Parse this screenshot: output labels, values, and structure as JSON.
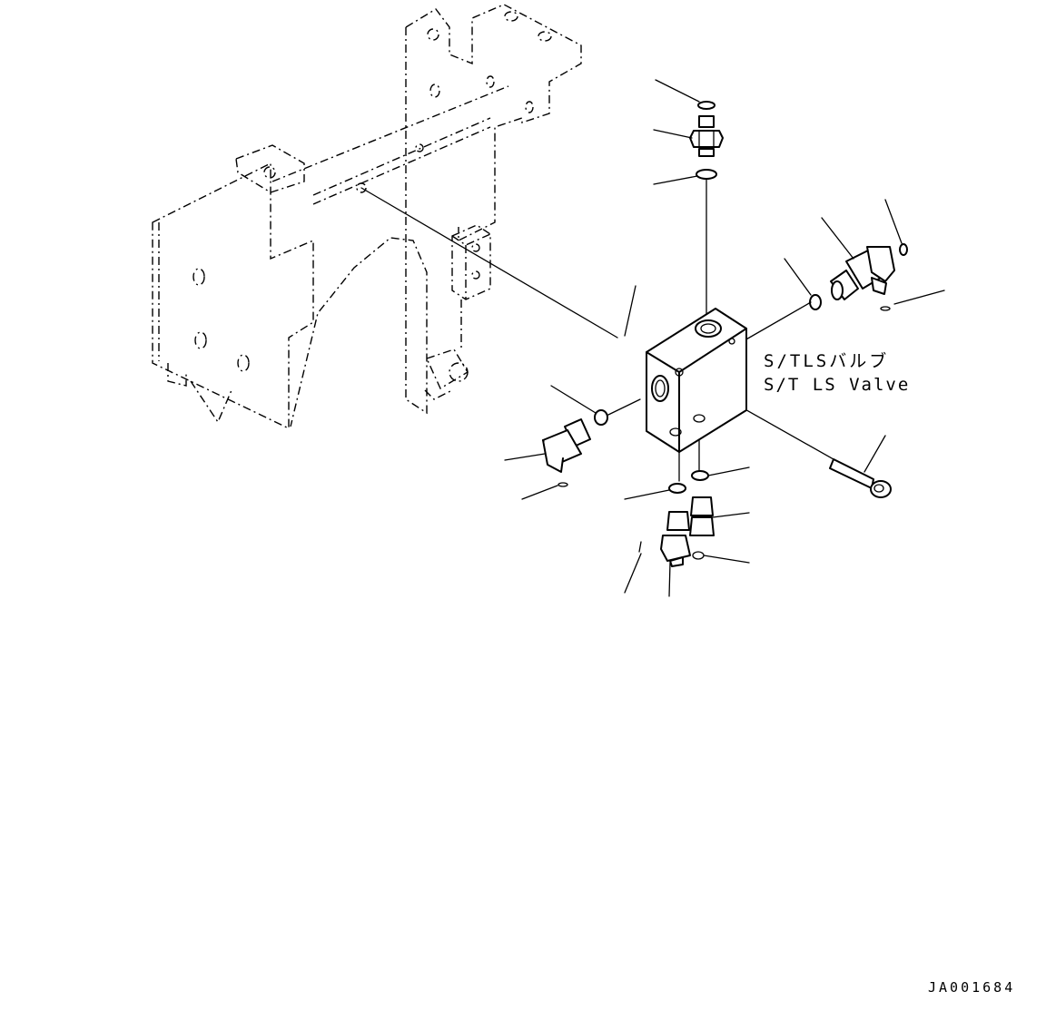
{
  "diagram": {
    "valve_label_jp": "S/TLSバルブ",
    "valve_label_en": "S/T LS Valve",
    "drawing_code": "JA001684"
  }
}
